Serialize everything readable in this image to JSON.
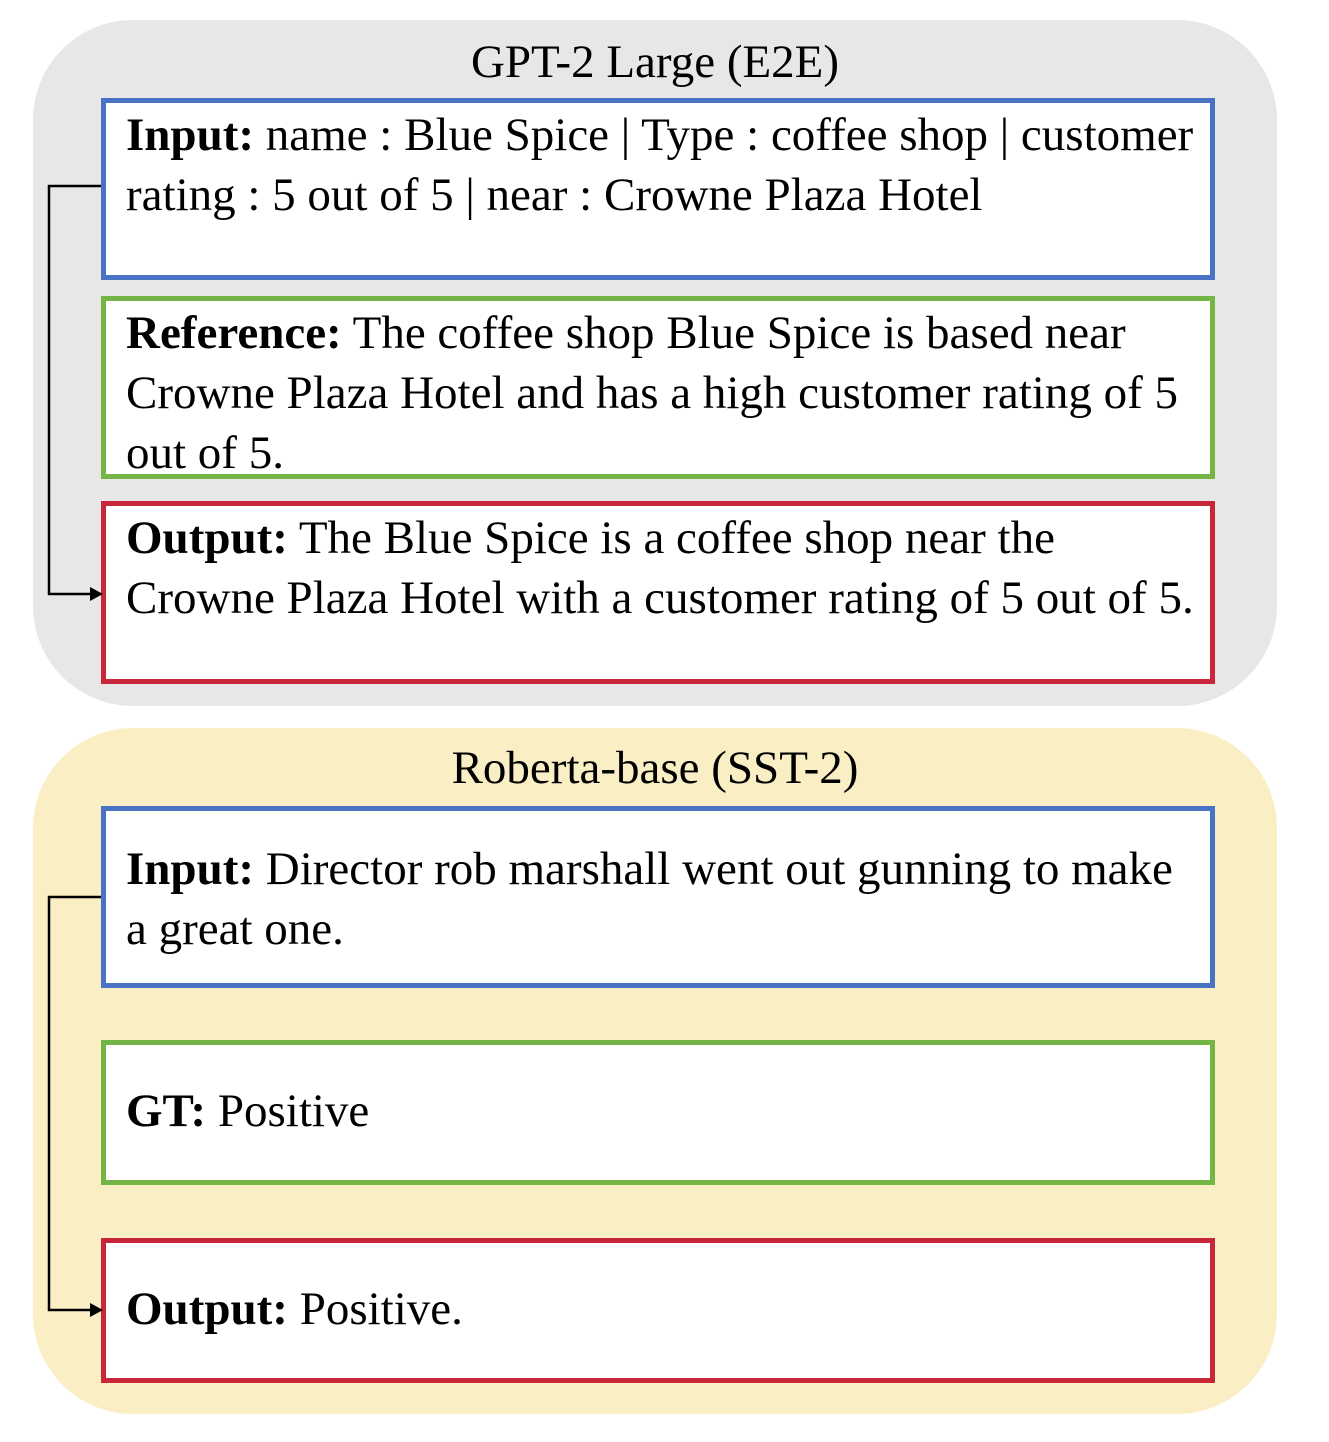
{
  "panels": [
    {
      "title": "GPT-2 Large (E2E)",
      "input": {
        "label": "Input:",
        "text": " name : Blue Spice | Type : coffee shop | customer rating : 5 out of 5 | near : Crowne Plaza Hotel"
      },
      "reference": {
        "label": "Reference:",
        "text": " The coffee shop Blue Spice is based near Crowne Plaza Hotel and has a high customer rating of 5 out of 5."
      },
      "output": {
        "label": "Output:",
        "text": " The Blue Spice is a coffee shop near the Crowne Plaza Hotel with a customer rating of 5 out of 5."
      }
    },
    {
      "title": "Roberta-base (SST-2)",
      "input": {
        "label": "Input:",
        "text": " Director rob marshall went out gunning to make a great one."
      },
      "reference": {
        "label": "GT:",
        "text": " Positive"
      },
      "output": {
        "label": "Output:",
        "text": " Positive."
      }
    }
  ],
  "colors": {
    "panel1_background": "#e8e6e7",
    "panel2_background": "#faefc4",
    "input_border": "#4a72c4",
    "reference_border": "#74b546",
    "output_border": "#c8273a"
  }
}
